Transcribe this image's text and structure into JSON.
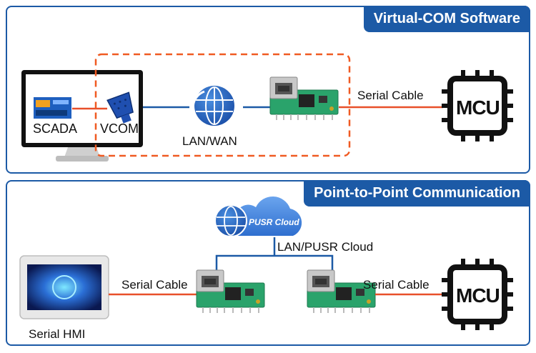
{
  "top_panel": {
    "title": "Virtual-COM Software",
    "labels": {
      "scada": "SCADA",
      "vcom": "VCOM",
      "lan_wan": "LAN/WAN",
      "serial_cable": "Serial Cable",
      "mcu": "MCU"
    }
  },
  "bottom_panel": {
    "title": "Point-to-Point Communication",
    "labels": {
      "cloud_badge": "PUSR Cloud",
      "lan_pusr": "LAN/PUSR Cloud",
      "serial_cable_left": "Serial Cable",
      "serial_cable_right": "Serial Cable",
      "serial_hmi": "Serial HMI",
      "mcu": "MCU"
    }
  },
  "colors": {
    "brand_blue": "#1c5aa6",
    "dashed_orange": "#f05a22",
    "serial_orange": "#e8502a",
    "link_blue": "#1c5aa6",
    "pcb_green": "#2aa36b"
  },
  "icons": [
    "monitor-icon",
    "vcom-connector-icon",
    "globe-icon",
    "serial-module-icon",
    "mcu-chip-icon",
    "cloud-icon",
    "hmi-screen-icon"
  ]
}
